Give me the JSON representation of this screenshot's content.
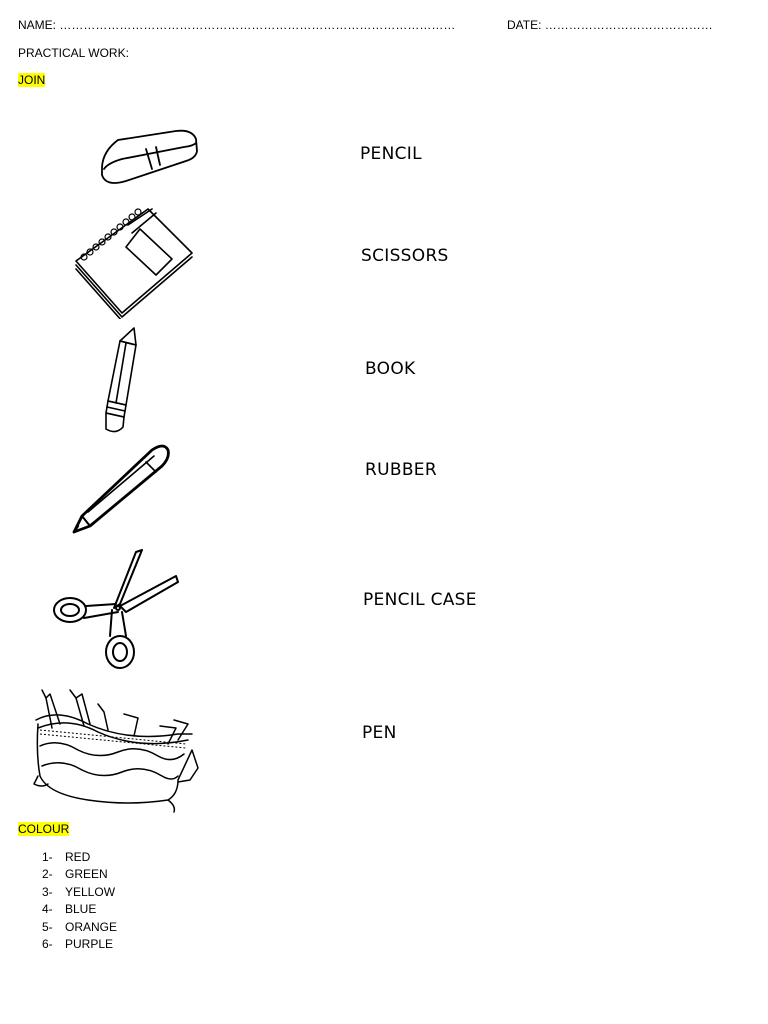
{
  "header": {
    "name_label": "NAME: ………………………………………………………………………………………",
    "date_label": "DATE: ……………………………………",
    "practical_label": "PRACTICAL WORK:"
  },
  "join": {
    "heading": "JOIN",
    "pictures": [
      {
        "icon": "eraser-icon"
      },
      {
        "icon": "notebook-icon"
      },
      {
        "icon": "pencil-icon"
      },
      {
        "icon": "pen-icon"
      },
      {
        "icon": "scissors-icon"
      },
      {
        "icon": "pencil-case-icon"
      }
    ],
    "words": [
      "PENCIL",
      "SCISSORS",
      "BOOK",
      "RUBBER",
      "PENCIL CASE",
      "PEN"
    ]
  },
  "colour": {
    "heading": "COLOUR",
    "items": [
      {
        "number": "1-",
        "label": "RED"
      },
      {
        "number": "2-",
        "label": "GREEN"
      },
      {
        "number": "3-",
        "label": "YELLOW"
      },
      {
        "number": "4-",
        "label": "BLUE"
      },
      {
        "number": "5-",
        "label": "ORANGE"
      },
      {
        "number": "6-",
        "label": "PURPLE"
      }
    ]
  },
  "colors": {
    "highlight": "#ffff00",
    "ink": "#000000"
  }
}
